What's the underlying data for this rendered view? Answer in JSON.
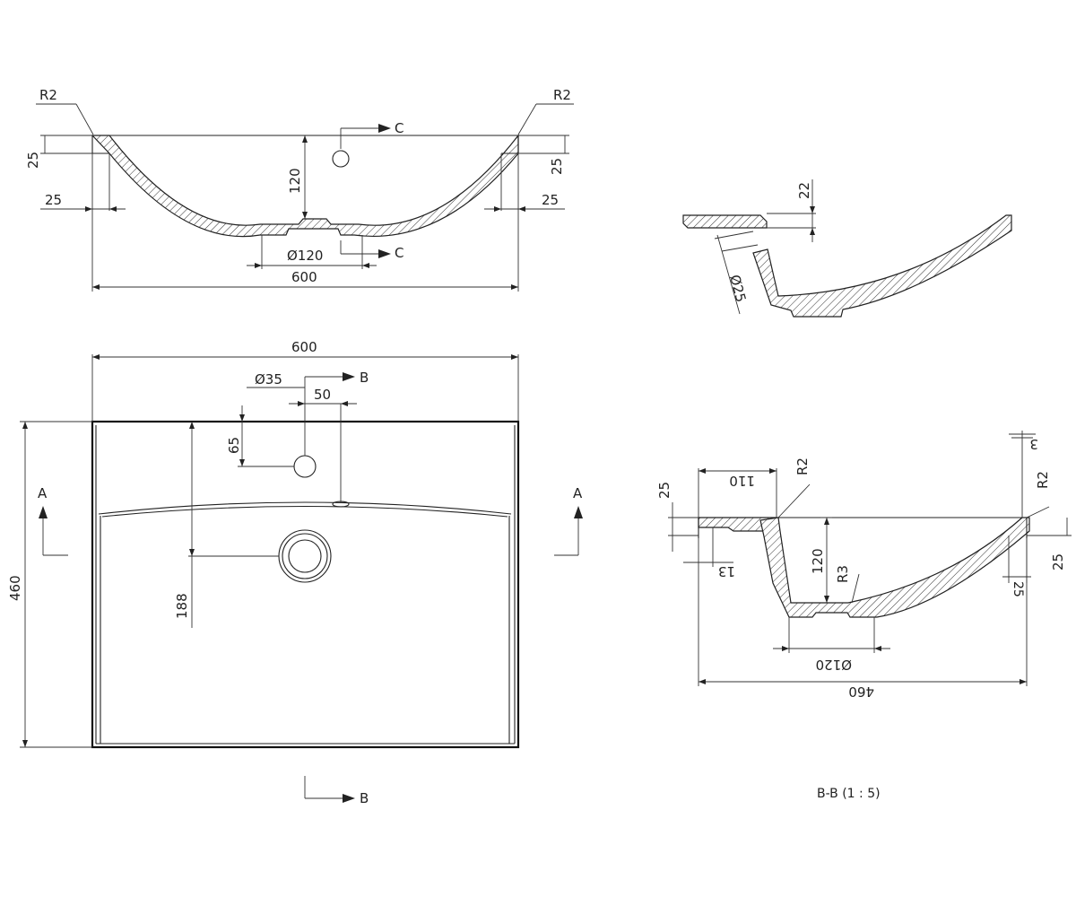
{
  "front_view": {
    "r_left": "R2",
    "r_right": "R2",
    "top_left_25": "25",
    "top_right_25": "25",
    "side_left_25": "25",
    "side_right_25": "25",
    "depth_120": "120",
    "drain_dia": "Ø120",
    "width_600": "600",
    "section_c": "C"
  },
  "top_view": {
    "width_600": "600",
    "hole_dia": "Ø35",
    "offset_50": "50",
    "depth_65": "65",
    "depth_188": "188",
    "height_460": "460",
    "section_a": "A",
    "section_b": "B"
  },
  "detail_c": {
    "dim_22": "22",
    "dia_25": "Ø25"
  },
  "section_bb": {
    "dim_110": "110",
    "r2_left": "R2",
    "r2_right": "R2",
    "dim_25_left": "25",
    "dim_25_right": "25",
    "dim_25_small": "25",
    "dim_13": "13",
    "dim_3": "3",
    "dim_120": "120",
    "r3": "R3",
    "drain_dia": "Ø120",
    "width_460": "460",
    "caption": "B-B (1 : 5)"
  }
}
